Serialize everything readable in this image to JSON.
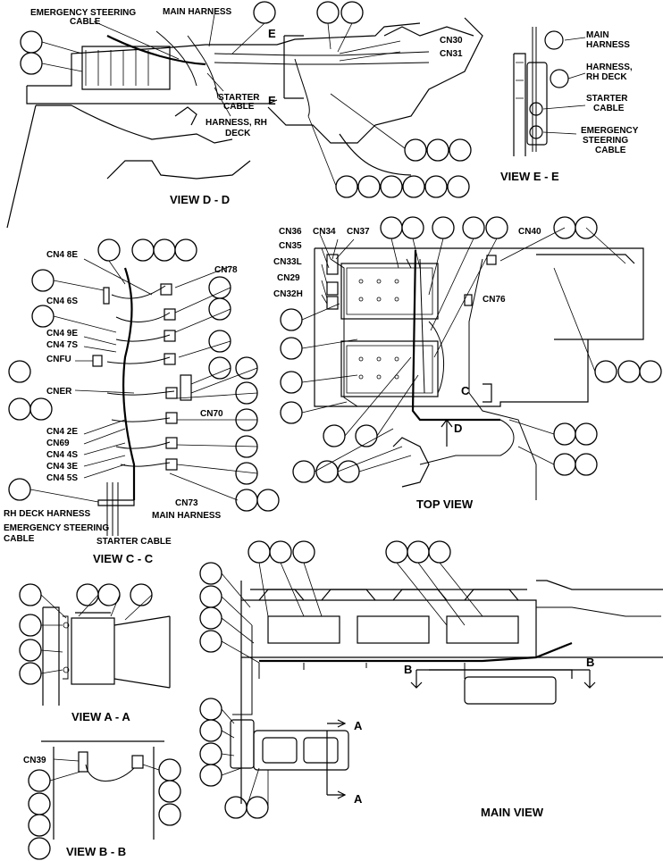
{
  "views": {
    "view_dd": "VIEW D - D",
    "view_ee": "VIEW E - E",
    "view_cc": "VIEW C - C",
    "top_view": "TOP VIEW",
    "view_aa": "VIEW A - A",
    "view_bb": "VIEW B - B",
    "main_view": "MAIN VIEW"
  },
  "view_dd_labels": {
    "emergency_steering_1": "EMERGENCY STEERING",
    "emergency_steering_2": "CABLE",
    "main_harness": "MAIN HARNESS",
    "starter_1": "STARTER",
    "starter_2": "CABLE",
    "harness_rh_1": "HARNESS, RH",
    "harness_rh_2": "DECK",
    "cn30": "CN30",
    "cn31": "CN31",
    "section_e": "E"
  },
  "view_ee_labels": {
    "main_harness_1": "MAIN",
    "main_harness_2": "HARNESS",
    "harness_rh_1": "HARNESS,",
    "harness_rh_2": "RH DECK",
    "starter_1": "STARTER",
    "starter_2": "CABLE",
    "emergency_1": "EMERGENCY",
    "emergency_2": "STEERING",
    "emergency_3": "CABLE"
  },
  "view_cc_labels": {
    "cn48e": "CN4 8E",
    "cn78": "CN78",
    "cn46s": "CN4 6S",
    "cn49e": "CN4 9E",
    "cn47s": "CN4 7S",
    "cnfu": "CNFU",
    "cner": "CNER",
    "cn70": "CN70",
    "cn42e": "CN4 2E",
    "cn69": "CN69",
    "cn44s": "CN4 4S",
    "cn43e": "CN4 3E",
    "cn45s": "CN4 5S",
    "cn73": "CN73",
    "rh_deck": "RH DECK HARNESS",
    "main_harness": "MAIN HARNESS",
    "emergency_1": "EMERGENCY STEERING",
    "emergency_2": "CABLE",
    "starter": "STARTER CABLE"
  },
  "top_view_labels": {
    "cn36": "CN36",
    "cn34": "CN34",
    "cn37": "CN37",
    "cn35": "CN35",
    "cn33l": "CN33L",
    "cn29": "CN29",
    "cn32h": "CN32H",
    "cn40": "CN40",
    "cn76": "CN76",
    "section_c": "C",
    "section_d": "D"
  },
  "view_bb_labels": {
    "cn39": "CN39"
  },
  "main_view_labels": {
    "section_a_top": "A",
    "section_a_bottom": "A",
    "section_b_left": "B",
    "section_b_right": "B"
  }
}
